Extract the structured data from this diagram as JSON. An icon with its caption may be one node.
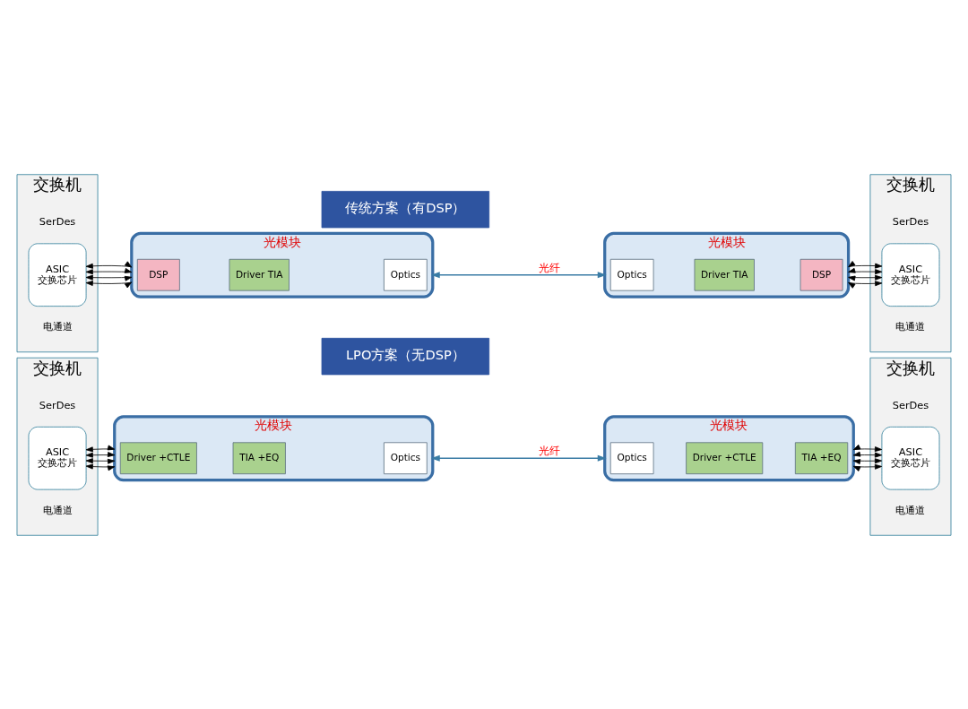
{
  "diagram": {
    "nodes": [
      {
        "text": [
          "传统方案（有DSP）"
        ]
      },
      {
        "text": [
          "交换机"
        ]
      },
      {
        "text": [
          "ASIC",
          "交换芯片"
        ],
        "in": 1
      },
      {
        "text": [
          "光模块"
        ]
      },
      {
        "text": [
          "DSP"
        ],
        "in": 3
      },
      {
        "text": [
          "Driver TIA"
        ],
        "in": 3
      },
      {
        "text": [
          "Optics"
        ],
        "in": 3
      },
      {
        "text": [
          "光模块"
        ]
      },
      {
        "text": [
          "Optics"
        ],
        "in": 7
      },
      {
        "text": [
          "Driver TIA"
        ],
        "in": 7
      },
      {
        "text": [
          "DSP"
        ],
        "in": 7
      },
      {
        "text": [
          "交换机"
        ]
      },
      {
        "text": [
          "ASIC",
          "交换芯片"
        ],
        "in": 11
      },
      {
        "text": [
          "LPO方案（无DSP）"
        ]
      },
      {
        "text": [
          "交换机"
        ]
      },
      {
        "text": [
          "ASIC",
          "交换芯片"
        ],
        "in": 14
      },
      {
        "text": [
          "光模块"
        ]
      },
      {
        "text": [
          "Driver +CTLE"
        ],
        "in": 16
      },
      {
        "text": [
          "TIA +EQ"
        ],
        "in": 16
      },
      {
        "text": [
          "Optics"
        ],
        "in": 16
      },
      {
        "text": [
          "光模块"
        ]
      },
      {
        "text": [
          "Optics"
        ],
        "in": 20
      },
      {
        "text": [
          "Driver +CTLE"
        ],
        "in": 20
      },
      {
        "text": [
          "TIA +EQ"
        ],
        "in": 20
      },
      {
        "text": [
          "交换机"
        ]
      },
      {
        "text": [
          "ASIC",
          "交换芯片"
        ],
        "in": 24
      }
    ],
    "edges": [
      {
        "from": 2,
        "to": 3,
        "arrow": "both"
      },
      {
        "from": 2,
        "to": 3,
        "arrow": "both"
      },
      {
        "from": 2,
        "to": 3,
        "arrow": "both"
      },
      {
        "from": 2,
        "to": 3,
        "arrow": "both"
      },
      {
        "from": 3,
        "to": 7,
        "arrow": "both",
        "label": "光纤",
        "color": "#3a7ca5"
      },
      {
        "from": 7,
        "to": 12,
        "arrow": "both"
      },
      {
        "from": 7,
        "to": 12,
        "arrow": "both"
      },
      {
        "from": 7,
        "to": 12,
        "arrow": "both"
      },
      {
        "from": 7,
        "to": 12,
        "arrow": "both"
      },
      {
        "from": 15,
        "to": 16,
        "arrow": "both"
      },
      {
        "from": 15,
        "to": 16,
        "arrow": "both"
      },
      {
        "from": 15,
        "to": 16,
        "arrow": "both"
      },
      {
        "from": 15,
        "to": 16,
        "arrow": "both"
      },
      {
        "from": 16,
        "to": 20,
        "arrow": "both",
        "label": "光纤",
        "color": "#3a7ca5"
      },
      {
        "from": 20,
        "to": 25,
        "arrow": "both"
      },
      {
        "from": 20,
        "to": 25,
        "arrow": "both"
      },
      {
        "from": 20,
        "to": 25,
        "arrow": "both"
      },
      {
        "from": 20,
        "to": 25,
        "arrow": "both"
      }
    ],
    "labels": [
      "SerDes",
      "电通道",
      "SerDes",
      "电通道",
      "SerDes",
      "电通道",
      "SerDes",
      "电通道"
    ]
  }
}
